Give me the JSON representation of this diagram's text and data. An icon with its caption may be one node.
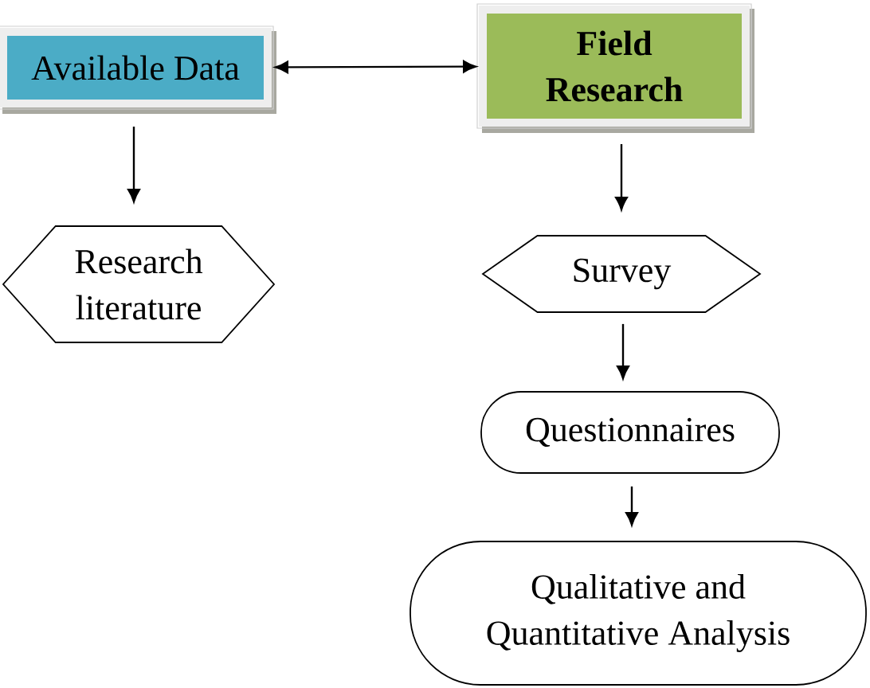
{
  "diagram": {
    "nodes": [
      {
        "text": [
          "Available Data"
        ]
      },
      {
        "text": [
          "Field Research"
        ]
      },
      {
        "text": [
          "Research literature"
        ]
      },
      {
        "text": [
          "Survey"
        ]
      },
      {
        "text": [
          "Questionnaires"
        ]
      },
      {
        "text": [
          "Qualitative and Quantitative Analysis"
        ]
      }
    ],
    "edges": [
      {
        "from": 0,
        "to": 1,
        "arrow": "both"
      },
      {
        "from": 0,
        "to": 2,
        "arrow": "to"
      },
      {
        "from": 1,
        "to": 3,
        "arrow": "to"
      },
      {
        "from": 3,
        "to": 4,
        "arrow": "to"
      },
      {
        "from": 4,
        "to": 5,
        "arrow": "to"
      }
    ]
  }
}
